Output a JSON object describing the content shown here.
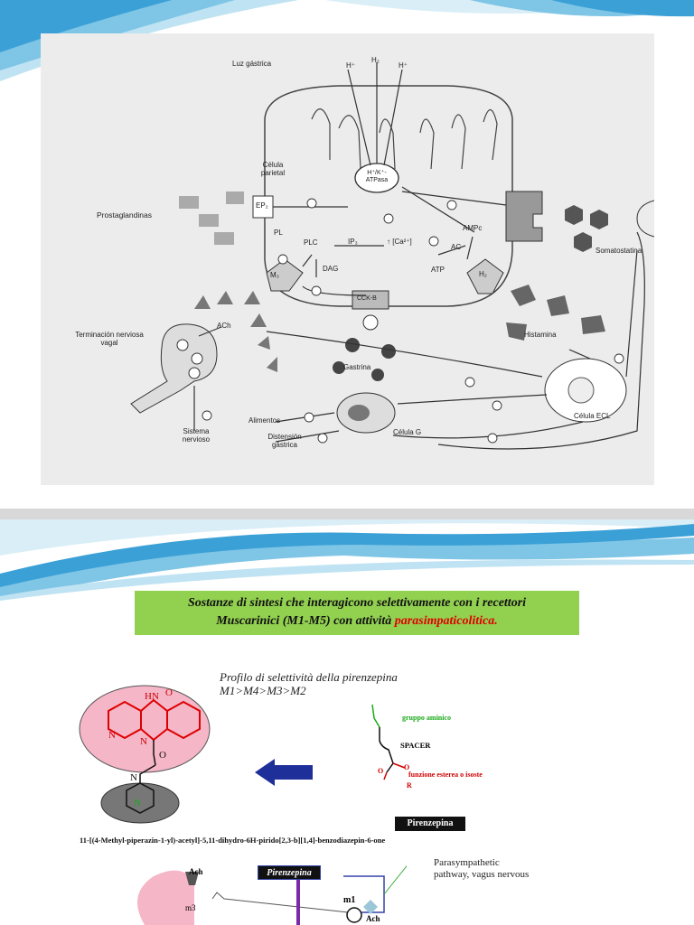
{
  "slide1": {
    "labels": {
      "luz": "Luz gástrica",
      "h1": "H⁺",
      "h2": "H₂",
      "h3": "H⁺",
      "celula_parietal": "Célula parietal",
      "atpasa": "H⁺/K⁺- ATPasa",
      "ep": "EP₂",
      "prostaglandinas": "Prostaglandinas",
      "pl": "PL",
      "plc": "PLC",
      "ip3": "IP₃",
      "ca": "↑ [Ca²⁺]",
      "dag": "DAG",
      "m3": "M₃",
      "cckb": "CCK-B",
      "ampc": "AMPc",
      "ac": "AC",
      "atp": "ATP",
      "somatostatina": "Somatostatina",
      "histamina": "Histamina",
      "ach": "ACh",
      "terminacion": "Terminación nerviosa vagal",
      "gastrina": "Gastrina",
      "sistema": "Sistema nervioso",
      "alimentos": "Alimentos",
      "distension": "Distensión gástrica",
      "celula_g": "Célula G",
      "celula_ecl": "Célula ECL"
    }
  },
  "slide2": {
    "title_line1": "Sostanze di sintesi che interagicono selettivamente con i recettori",
    "title_line2_a": "Muscarinici (M1-M5) con attività ",
    "title_line2_b": "parasimpaticolitica.",
    "subtitle_line1": "Profilo di selettività della pirenzepina",
    "subtitle_line2": "M1>M4>M3>M2",
    "hn": "HN",
    "o1": "O",
    "o2": "O",
    "n1": "N",
    "n2": "N",
    "n3": "N",
    "n4": "N",
    "gruppo": "gruppo aminico",
    "spacer": "SPACER",
    "funzione": "funzione esterea o isoste",
    "r": "R",
    "o3": "O",
    "o4": "O",
    "pirenzepina_box": "Pirenzepina",
    "chem_name": "11-[(4-Methyl-piperazin-1-yl)-acetyl]-5,11-dihydro-6H-pirido[2,3-b][1,4]-benzodiazepin-6-one",
    "pirenzepina_box2": "Pirenzepina",
    "ach1": "Ach",
    "m3": "m3",
    "m1": "m1",
    "ach2": "Ach",
    "para_line1": "Parasympathetic",
    "para_line2": "pathway, vagus nervous"
  }
}
